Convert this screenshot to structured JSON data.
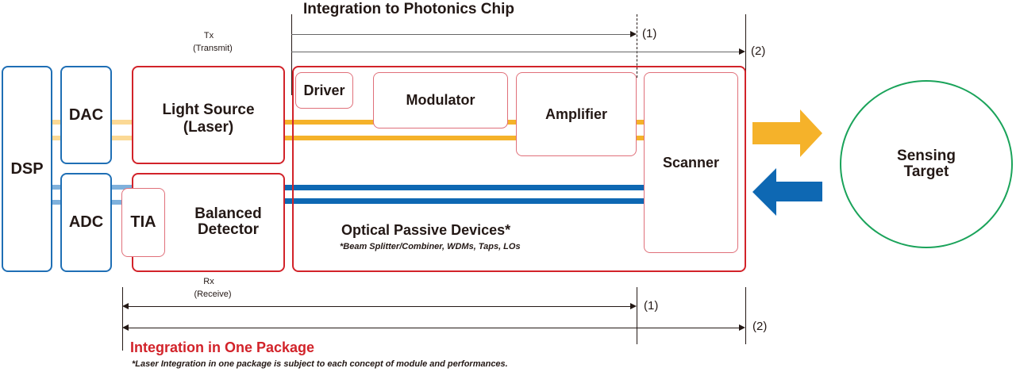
{
  "title_top": "Integration to Photonics Chip",
  "tx": {
    "label": "Tx",
    "sub": "(Transmit)"
  },
  "rx": {
    "label": "Rx",
    "sub": "(Receive)"
  },
  "blocks": {
    "dsp": "DSP",
    "dac": "DAC",
    "adc": "ADC",
    "light_source_line1": "Light Source",
    "light_source_line2": "(Laser)",
    "tia": "TIA",
    "balanced_line1": "Balanced",
    "balanced_line2": "Detector",
    "driver": "Driver",
    "modulator": "Modulator",
    "amplifier": "Amplifier",
    "scanner": "Scanner",
    "optical_passive": "Optical Passive Devices*",
    "optical_passive_note": "*Beam Splitter/Combiner, WDMs, Taps, LOs",
    "target_line1": "Sensing",
    "target_line2": "Target"
  },
  "markers": {
    "one": "(1)",
    "two": "(2)"
  },
  "bottom_title": "Integration in One Package",
  "bottom_note": "*Laser Integration in one package is subject to each concept of module and performances.",
  "colors": {
    "tx": "#f5b22a",
    "tx_light": "#fbd995",
    "rx": "#0e68b3",
    "rx_light": "#7fb1dc",
    "accent_red": "#d2232a",
    "target_green": "#1aa35a"
  }
}
